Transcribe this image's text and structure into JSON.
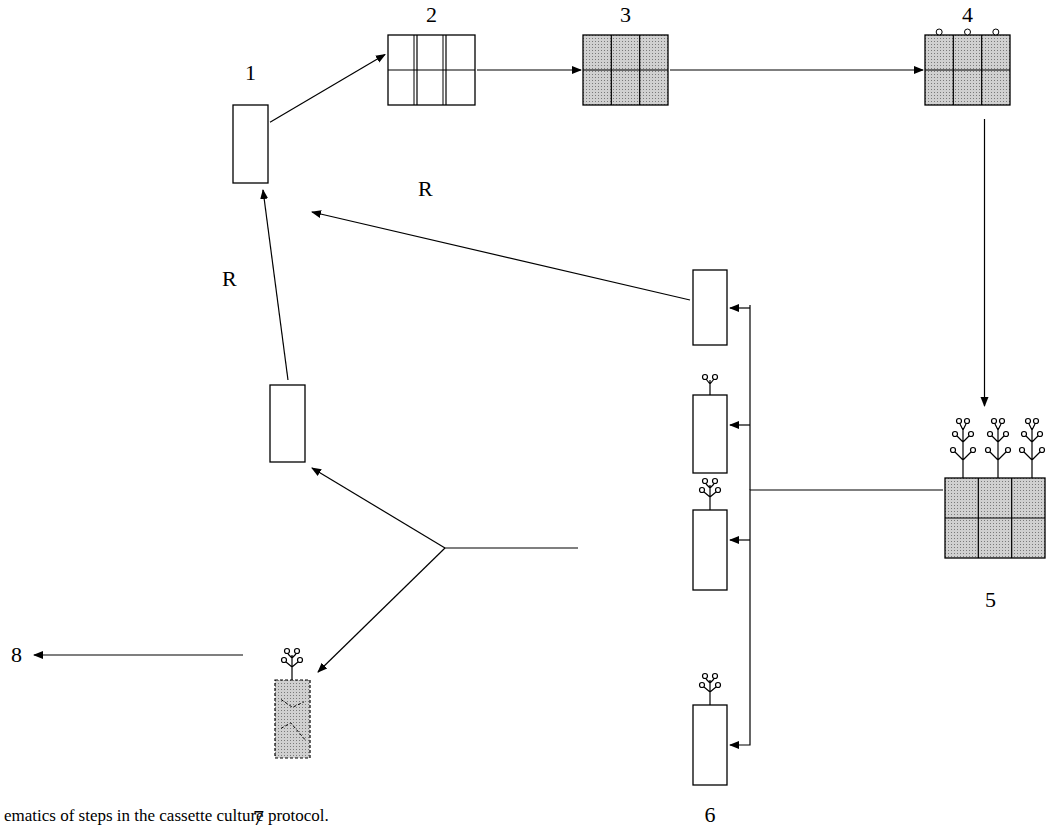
{
  "diagram": {
    "caption": "ematics of steps in the cassette culture protocol.",
    "nodes": [
      {
        "text": [
          "1"
        ]
      },
      {
        "text": [
          "2"
        ]
      },
      {
        "text": [
          "3"
        ]
      },
      {
        "text": [
          "4"
        ]
      },
      {
        "text": [
          "5"
        ]
      },
      {
        "text": [
          "6"
        ]
      },
      {
        "text": [
          "7"
        ]
      }
    ],
    "edges": [
      {
        "from": 0,
        "to": 1,
        "arrow": "to"
      },
      {
        "from": 1,
        "to": 2,
        "arrow": "to"
      },
      {
        "from": 2,
        "to": 3,
        "arrow": "to"
      },
      {
        "from": 3,
        "to": 4,
        "arrow": "to"
      },
      {
        "from": 4,
        "to": 5,
        "arrow": "to"
      }
    ],
    "labels": [
      "8",
      "R",
      "R"
    ]
  }
}
